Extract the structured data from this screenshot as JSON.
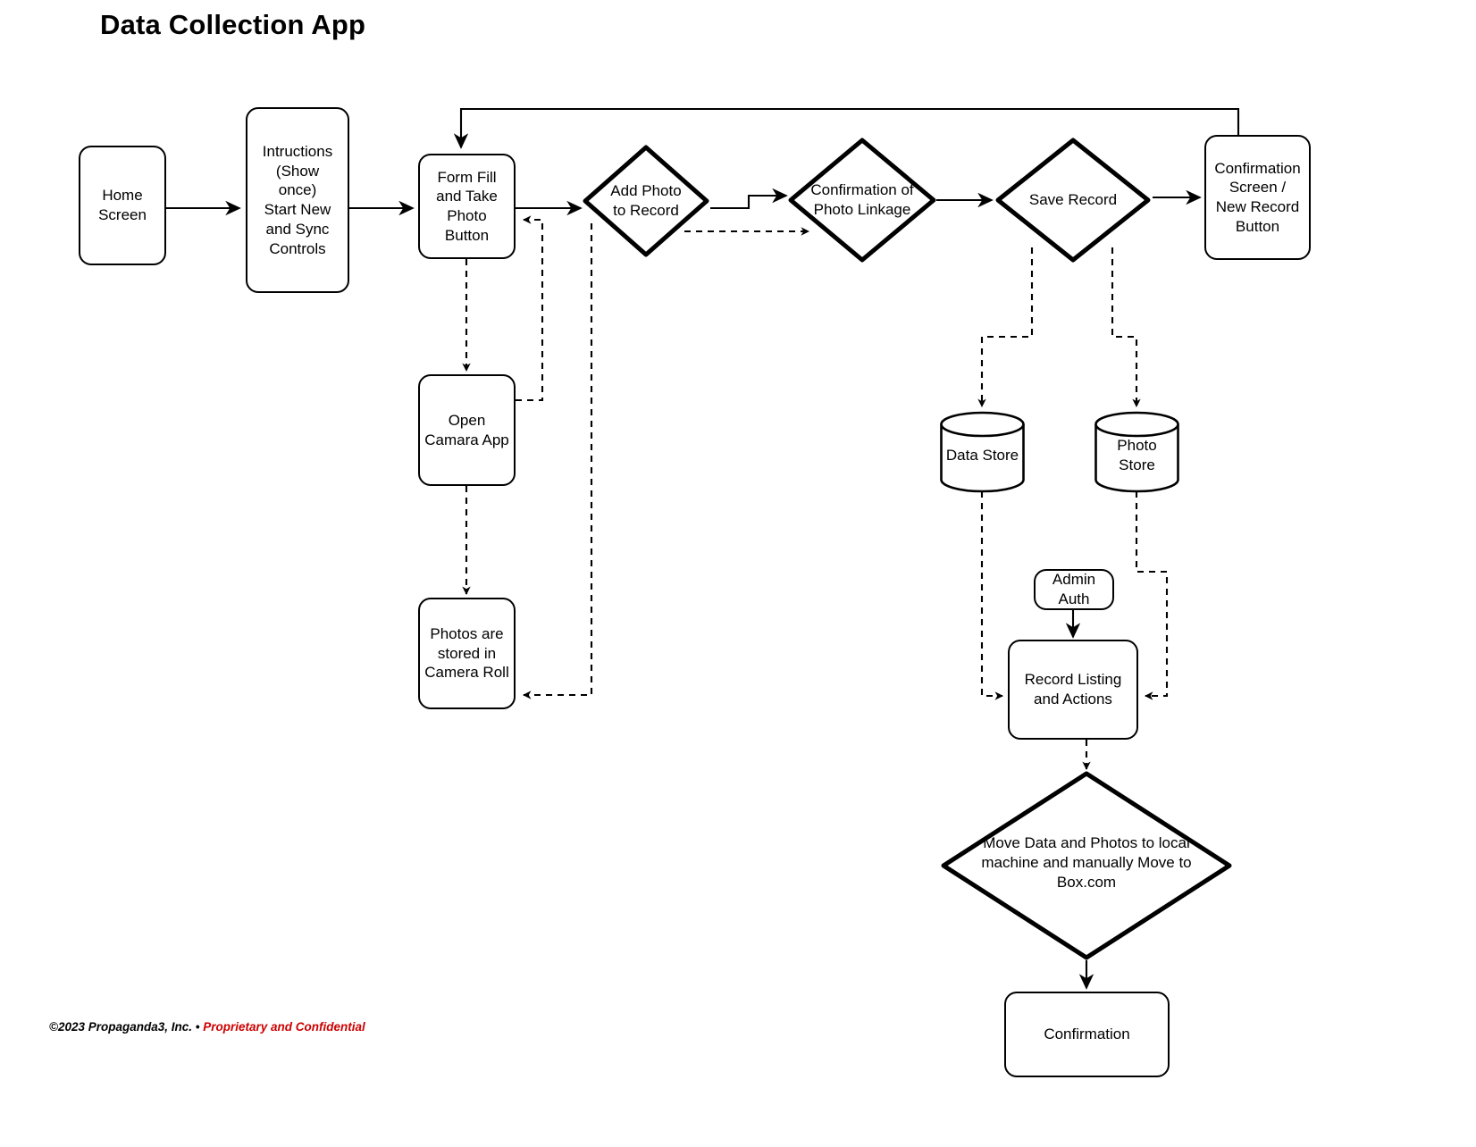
{
  "page": {
    "title": "Data Collection App",
    "background_color": "#ffffff",
    "stroke_color": "#000000",
    "accent_color": "#cc0000"
  },
  "footer": {
    "copyright": "©2023 Propaganda3, Inc. • ",
    "confidential": "Proprietary and Confidential"
  },
  "diagram": {
    "type": "flowchart",
    "nodes": {
      "home_screen": {
        "label": "Home\nScreen",
        "shape": "rounded-rect"
      },
      "instructions": {
        "label": "Intructions\n(Show\nonce)\nStart New\nand Sync\nControls",
        "shape": "rounded-rect"
      },
      "form_fill": {
        "label": "Form Fill\nand Take\nPhoto\nButton",
        "shape": "rounded-rect"
      },
      "add_photo": {
        "label": "Add Photo\nto Record",
        "shape": "diamond"
      },
      "confirm_linkage": {
        "label": "Confirmation of\nPhoto Linkage",
        "shape": "diamond"
      },
      "save_record": {
        "label": "Save Record",
        "shape": "diamond"
      },
      "confirm_screen": {
        "label": "Confirmation\nScreen /\nNew Record\nButton",
        "shape": "rounded-rect"
      },
      "open_camera": {
        "label": "Open\nCamara App",
        "shape": "rounded-rect"
      },
      "photos_stored": {
        "label": "Photos are\nstored in\nCamera Roll",
        "shape": "rounded-rect"
      },
      "data_store": {
        "label": "Data Store",
        "shape": "cylinder"
      },
      "photo_store": {
        "label": "Photo\nStore",
        "shape": "cylinder"
      },
      "admin_auth": {
        "label": "Admin\nAuth",
        "shape": "rounded-rect"
      },
      "record_listing": {
        "label": "Record Listing\nand Actions",
        "shape": "rounded-rect"
      },
      "move_data": {
        "label": "Move Data and Photos to local\nmachine and manually Move to\nBox.com",
        "shape": "diamond"
      },
      "confirmation": {
        "label": "Confirmation",
        "shape": "rounded-rect"
      }
    },
    "edges": [
      {
        "from": "home_screen",
        "to": "instructions",
        "style": "solid"
      },
      {
        "from": "instructions",
        "to": "form_fill",
        "style": "solid"
      },
      {
        "from": "form_fill",
        "to": "add_photo",
        "style": "solid"
      },
      {
        "from": "add_photo",
        "to": "confirm_linkage",
        "style": "solid"
      },
      {
        "from": "confirm_linkage",
        "to": "save_record",
        "style": "solid"
      },
      {
        "from": "save_record",
        "to": "confirm_screen",
        "style": "solid"
      },
      {
        "from": "confirm_screen",
        "to": "form_fill",
        "style": "solid"
      },
      {
        "from": "form_fill",
        "to": "open_camera",
        "style": "dashed"
      },
      {
        "from": "open_camera",
        "to": "form_fill",
        "style": "dashed"
      },
      {
        "from": "open_camera",
        "to": "photos_stored",
        "style": "dashed"
      },
      {
        "from": "add_photo",
        "to": "photos_stored",
        "style": "dashed"
      },
      {
        "from": "photos_stored",
        "to": "confirm_linkage",
        "style": "dashed"
      },
      {
        "from": "save_record",
        "to": "data_store",
        "style": "dashed"
      },
      {
        "from": "save_record",
        "to": "photo_store",
        "style": "dashed"
      },
      {
        "from": "data_store",
        "to": "record_listing",
        "style": "dashed"
      },
      {
        "from": "photo_store",
        "to": "record_listing",
        "style": "dashed"
      },
      {
        "from": "admin_auth",
        "to": "record_listing",
        "style": "solid"
      },
      {
        "from": "record_listing",
        "to": "move_data",
        "style": "dashed"
      },
      {
        "from": "move_data",
        "to": "confirmation",
        "style": "solid"
      }
    ]
  }
}
